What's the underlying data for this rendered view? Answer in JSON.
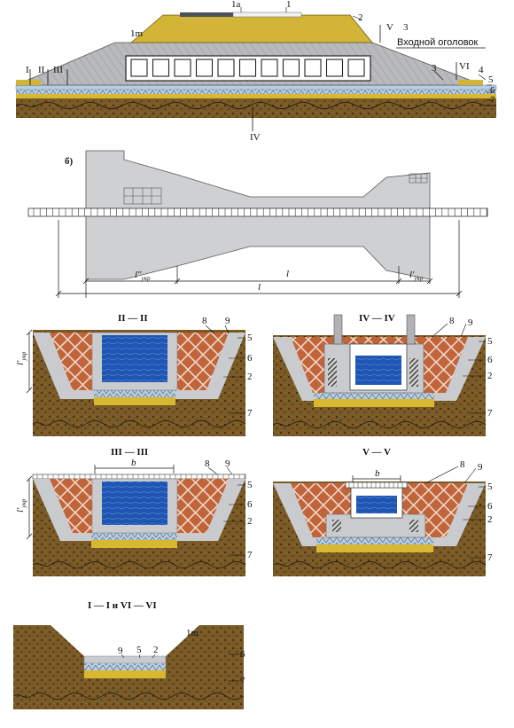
{
  "colors": {
    "soil": "#7a5a26",
    "soil_dot": "#2f2410",
    "backfill": "#c0643a",
    "backfill_grid": "#f1d7c8",
    "concrete": "#c9cbce",
    "gravel": "#b8cde0",
    "geotextile": "#9fb6cc",
    "sand": "#d8b830",
    "water": "#1f56b3",
    "embankment": "#b9babc",
    "fill": "#d2b436"
  },
  "top_view": {
    "labels": [
      "1а",
      "1",
      "2",
      "1m",
      "V",
      "3",
      "I",
      "II",
      "III",
      "3",
      "VI",
      "4",
      "5",
      "6",
      "7",
      "IV"
    ],
    "inlet_label": "Входной оголовок"
  },
  "plan_view": {
    "label": "б)",
    "dim_left": "l″",
    "dim_left_sub": "укр",
    "dim_mid": "l",
    "dim_right": "l′",
    "dim_right_sub": "укр",
    "dim_total": "l"
  },
  "sections": {
    "s2": {
      "title": "II — II",
      "labels": [
        "8",
        "9",
        "5",
        "6",
        "2",
        "7"
      ],
      "dim": "l′",
      "dim_sub": "укр"
    },
    "s4": {
      "title": "IV — IV",
      "labels": [
        "8",
        "9",
        "5",
        "6",
        "2",
        "7"
      ]
    },
    "s3": {
      "title": "III — III",
      "b": "b",
      "labels": [
        "8",
        "9",
        "5",
        "6",
        "2",
        "7"
      ],
      "dim": "l′",
      "dim_sub": "укр"
    },
    "s5": {
      "title": "V — V",
      "b": "b",
      "labels": [
        "8",
        "9",
        "5",
        "6",
        "2",
        "7"
      ]
    },
    "s1": {
      "title": "I — I и VI — VI",
      "labels": [
        "9",
        "5",
        "2",
        "1m",
        "6",
        "7"
      ]
    }
  }
}
